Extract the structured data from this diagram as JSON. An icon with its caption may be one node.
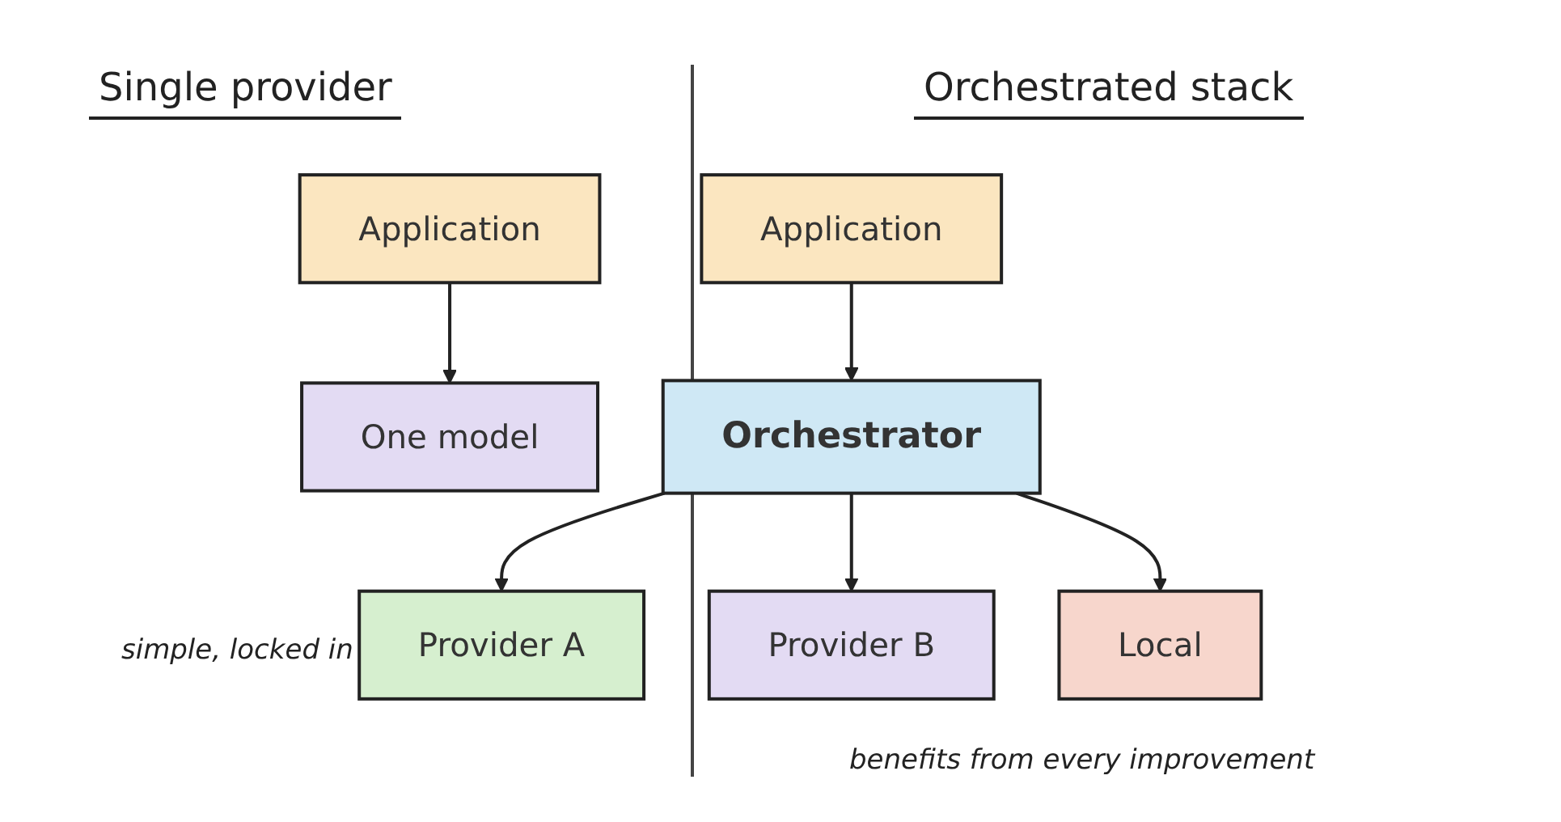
{
  "diagram": {
    "nodes": [
      {
        "text": [
          "Application"
        ]
      },
      {
        "text": [
          "One model"
        ]
      },
      {
        "text": [
          "Application"
        ]
      },
      {
        "text": [
          "Orchestrator"
        ]
      },
      {
        "text": [
          "Provider A"
        ]
      },
      {
        "text": [
          "Provider B"
        ]
      },
      {
        "text": [
          "Local"
        ]
      }
    ],
    "edges": [
      {
        "from": 0,
        "to": 1,
        "arrow": "to"
      },
      {
        "from": 2,
        "to": 3,
        "arrow": "to"
      },
      {
        "from": 3,
        "to": 4,
        "arrow": "to"
      },
      {
        "from": 3,
        "to": 5,
        "arrow": "to"
      },
      {
        "from": 3,
        "to": 6,
        "arrow": "to"
      }
    ],
    "labels": [
      "Single provider",
      "Orchestrated stack",
      "simple, locked in",
      "benefits from every improvement"
    ]
  }
}
